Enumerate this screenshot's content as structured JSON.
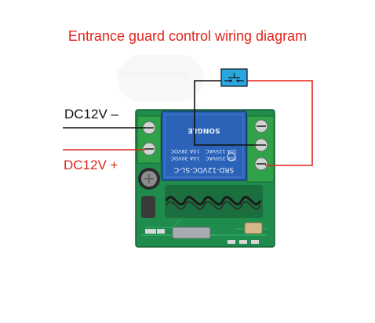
{
  "diagram": {
    "title": "Entrance guard control wiring diagram",
    "labels": {
      "dc_negative": "DC12V –",
      "dc_positive": "DC12V +"
    },
    "relay": {
      "brand": "SONGLE",
      "model": "SRD-12VDC-SL-C",
      "rating_ac": "10A 250VAC",
      "rating_ac2": "10A 125VAC",
      "rating_dc": "10A 30VDC",
      "rating_dc2": "10A 28VDC"
    },
    "colors": {
      "title": "#e2231a",
      "wire_red": "#e2231a",
      "wire_black": "#111111",
      "relay_blue": "#2a63b8",
      "terminal_green": "#2fa24a",
      "pcb_green": "#1f8b4c",
      "switch_fill": "#2aa7e0"
    },
    "icons": {
      "switch": "push-button-icon"
    }
  }
}
